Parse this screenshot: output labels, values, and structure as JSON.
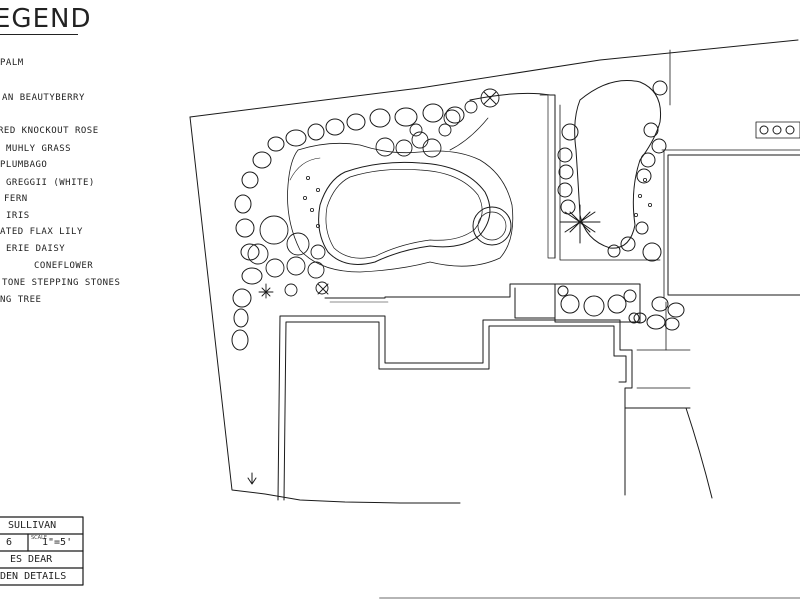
{
  "legend": {
    "title": "EGEND",
    "items": [
      "PALM",
      "AN BEAUTYBERRY",
      "RED KNOCKOUT ROSE",
      "MUHLY GRASS",
      "PLUMBAGO",
      "GREGGII (WHITE)",
      "FERN",
      "IRIS",
      "ATED FLAX LILY",
      "ERIE DAISY",
      "CONEFLOWER",
      "TONE STEPPING STONES",
      "NG TREE"
    ]
  },
  "title_block": {
    "client": "SULLIVAN",
    "sheet": "6",
    "scale_caption": "SCALE",
    "scale": "1\"=5'",
    "designer": "ES DEAR",
    "drawing": "DEN DETAILS"
  }
}
